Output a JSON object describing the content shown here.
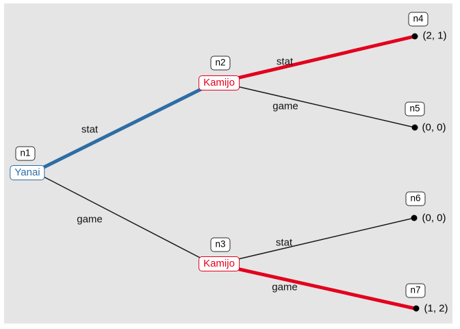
{
  "diagram_type": "extensive-form game tree",
  "colors": {
    "background": "#e5e5e5",
    "player1_blue": "#2E6DA4",
    "player2_red": "#E2001E",
    "edge_black": "#1a1a1a",
    "terminal_dot": "#000000"
  },
  "players": [
    {
      "name": "Yanai",
      "color": "#2E6DA4"
    },
    {
      "name": "Kamijo",
      "color": "#E2001E"
    }
  ],
  "nodes": {
    "n1": {
      "id": "n1",
      "player": "Yanai"
    },
    "n2": {
      "id": "n2",
      "player": "Kamijo"
    },
    "n3": {
      "id": "n3",
      "player": "Kamijo"
    },
    "n4": {
      "id": "n4",
      "payoff": "(2, 1)"
    },
    "n5": {
      "id": "n5",
      "payoff": "(0, 0)"
    },
    "n6": {
      "id": "n6",
      "payoff": "(0, 0)"
    },
    "n7": {
      "id": "n7",
      "payoff": "(1, 2)"
    }
  },
  "edges": {
    "n1_n2": {
      "from": "n1",
      "to": "n2",
      "label": "stat",
      "emphasized": true,
      "color": "#2E6DA4"
    },
    "n1_n3": {
      "from": "n1",
      "to": "n3",
      "label": "game",
      "emphasized": false,
      "color": "#1a1a1a"
    },
    "n2_n4": {
      "from": "n2",
      "to": "n4",
      "label": "stat",
      "emphasized": true,
      "color": "#E2001E"
    },
    "n2_n5": {
      "from": "n2",
      "to": "n5",
      "label": "game",
      "emphasized": false,
      "color": "#1a1a1a"
    },
    "n3_n6": {
      "from": "n3",
      "to": "n6",
      "label": "stat",
      "emphasized": false,
      "color": "#1a1a1a"
    },
    "n3_n7": {
      "from": "n3",
      "to": "n7",
      "label": "game",
      "emphasized": true,
      "color": "#E2001E"
    }
  }
}
